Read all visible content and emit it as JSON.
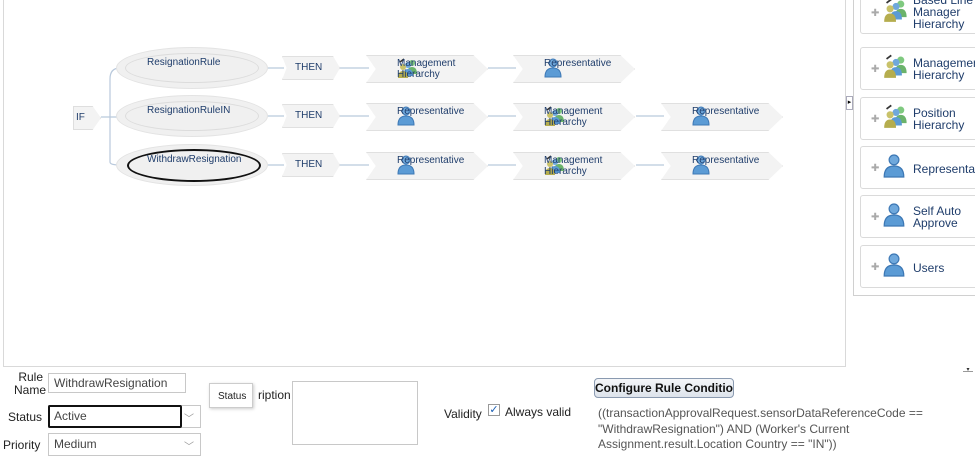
{
  "flow": {
    "if_label": "IF",
    "then_label": "THEN",
    "rules": [
      {
        "name": "ResignationRule",
        "selected": false,
        "actions": [
          {
            "label": "Management Hierarchy",
            "icon": "group-icon"
          },
          {
            "label": "Representative",
            "icon": "user-icon"
          }
        ]
      },
      {
        "name": "ResignationRuleIN",
        "selected": false,
        "actions": [
          {
            "label": "Representative",
            "icon": "user-icon"
          },
          {
            "label": "Management Hierarchy",
            "icon": "group-icon"
          },
          {
            "label": "Representative",
            "icon": "user-icon"
          }
        ]
      },
      {
        "name": "WithdrawResignation",
        "selected": true,
        "actions": [
          {
            "label": "Representative",
            "icon": "user-icon"
          },
          {
            "label": "Management Hierarchy",
            "icon": "group-icon"
          },
          {
            "label": "Representative",
            "icon": "user-icon"
          }
        ]
      }
    ]
  },
  "palette": {
    "items": [
      {
        "label": "Based Line Manager Hierarchy",
        "icon": "group-icon"
      },
      {
        "label": "Management Hierarchy",
        "icon": "group-icon"
      },
      {
        "label": "Position Hierarchy",
        "icon": "group-icon"
      },
      {
        "label": "Representative",
        "icon": "user-icon"
      },
      {
        "label": "Self Auto Approve",
        "icon": "user-icon"
      },
      {
        "label": "Users",
        "icon": "user-icon"
      }
    ]
  },
  "form": {
    "rule_name_label": "Rule Name",
    "rule_name_value": "WithdrawResignation",
    "status_label": "Status",
    "status_value": "Active",
    "status_tooltip": "Status",
    "priority_label": "Priority",
    "priority_value": "Medium",
    "description_label_partial": "ription",
    "description_value": "",
    "validity_label": "Validity",
    "always_valid_label": "Always valid",
    "always_valid_checked": true,
    "configure_button": "Configure Rule Conditions",
    "condition_text": "((transactionApprovalRequest.sensorDataReferenceCode == \"WithdrawResignation\") AND (Worker's Current Assignment.result.Location Country == \"IN\"))"
  }
}
